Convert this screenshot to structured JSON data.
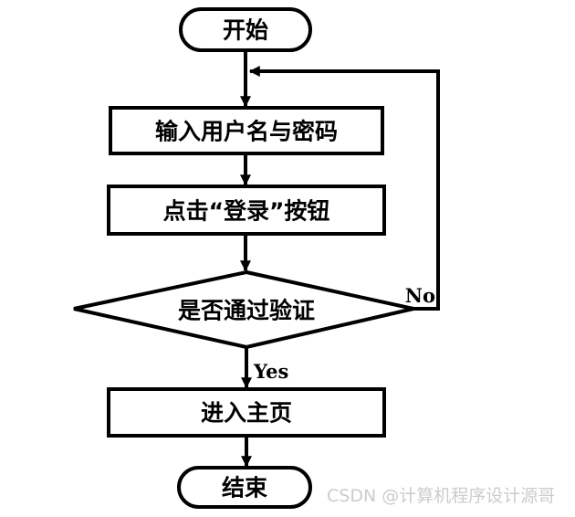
{
  "flowchart": {
    "nodes": [
      {
        "id": "start",
        "type": "terminator",
        "label": "开始"
      },
      {
        "id": "input-credentials",
        "type": "process",
        "label": "输入用户名与密码"
      },
      {
        "id": "click-login",
        "type": "process",
        "label": "点击“登录”按钮"
      },
      {
        "id": "verify",
        "type": "decision",
        "label": "是否通过验证"
      },
      {
        "id": "enter-home",
        "type": "process",
        "label": "进入主页"
      },
      {
        "id": "end",
        "type": "terminator",
        "label": "结束"
      }
    ],
    "edges": {
      "yes_label": "Yes",
      "no_label": "No"
    },
    "colors": {
      "stroke": "#000000",
      "node_fill": "#ffffff",
      "text": "#000000"
    }
  },
  "watermark": {
    "text": "CSDN @计算机程序设计源哥",
    "color": "#cccccc"
  }
}
